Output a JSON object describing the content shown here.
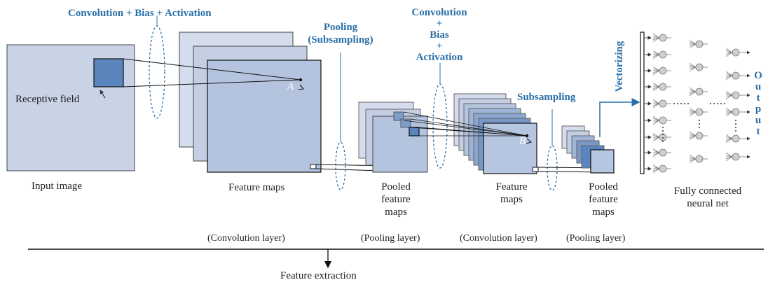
{
  "labels": {
    "conv_bias_act_top": "Convolution + Bias + Activation",
    "pooling": "Pooling",
    "subsampling_paren": "(Subsampling)",
    "conv2_line1": "Convolution",
    "conv2_line2": "+",
    "conv2_line3": "Bias",
    "conv2_line4": "+",
    "conv2_line5": "Activation",
    "subsampling2": "Subsampling",
    "vectorizing": "Vectorizing",
    "output_letters": [
      "O",
      "u",
      "t",
      "p",
      "u",
      "t"
    ],
    "receptive_field": "Receptive field",
    "point_a": "A",
    "point_b": "B",
    "input_image": "Input image",
    "feature_maps_1": "Feature maps",
    "pooled_1_line1": "Pooled",
    "pooled_1_line2": "feature",
    "pooled_1_line3": "maps",
    "feature_maps_2_line1": "Feature",
    "feature_maps_2_line2": "maps",
    "pooled_2_line1": "Pooled",
    "pooled_2_line2": "feature",
    "pooled_2_line3": "maps",
    "fc_line1": "Fully connected",
    "fc_line2": "neural net",
    "layer_conv_1": "(Convolution layer)",
    "layer_pool_1": "(Pooling layer)",
    "layer_conv_2": "(Convolution layer)",
    "layer_pool_2": "(Pooling layer)",
    "feature_extraction": "Feature extraction"
  },
  "colors": {
    "accent_blue": "#2a6fa8",
    "map_fill": "#c4cfe3",
    "map_fill_dark": "#9fb4d6",
    "map_fill_deep": "#5a86bd",
    "neuron_fill": "#cfcfcf"
  }
}
